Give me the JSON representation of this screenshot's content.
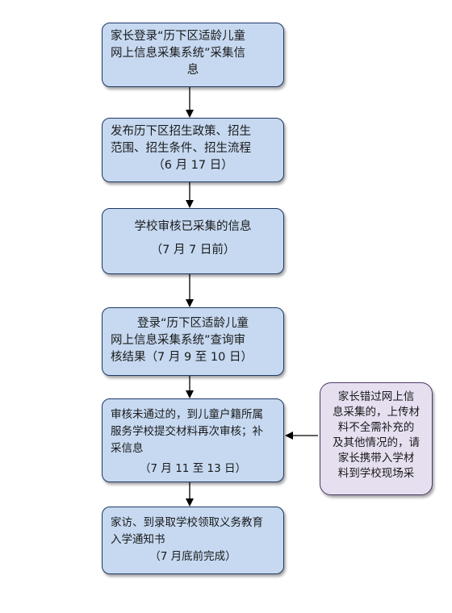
{
  "flow": {
    "step1": {
      "lines": [
        "家长登录“历下区适龄儿童",
        "网上信息采集系统”采集信",
        "息"
      ]
    },
    "step2": {
      "lines": [
        "发布历下区招生政策、招生",
        "范围、招生条件、招生流程",
        "（6 月 17 日）"
      ]
    },
    "step3": {
      "lines": [
        "学校审核已采集的信息",
        "（7 月 7 日前）"
      ]
    },
    "step4": {
      "lines": [
        "登录“历下区适龄儿童",
        "网上信息采集系统”查询审",
        "核结果（7 月 9 至 10 日）"
      ]
    },
    "step5": {
      "lines": [
        "审核未通过的，到儿童户籍所属",
        "服务学校提交材料再次审核；补",
        "采信息",
        "（7 月 11 至 13 日）"
      ]
    },
    "step6": {
      "lines": [
        "家访、到录取学校领取义务教育",
        "入学通知书",
        "（7 月底前完成）"
      ]
    },
    "side_note": {
      "lines": [
        "家长错过网上信",
        "息采集的，上传材",
        "料不全需补充的",
        "及其他情况的，请",
        "家长携带入学材",
        "料到学校现场采"
      ]
    }
  }
}
